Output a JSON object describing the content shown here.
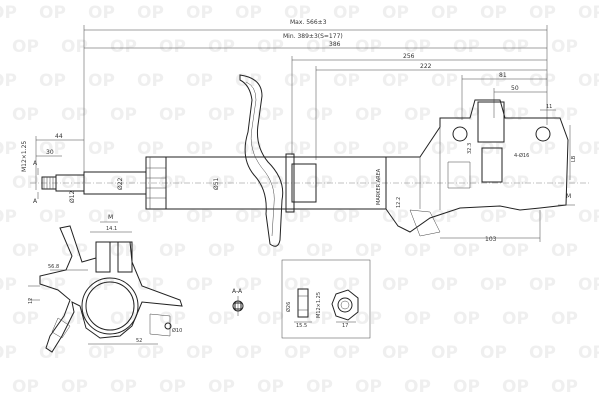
{
  "watermark": {
    "text": "OP"
  },
  "dimensions": {
    "max_length": "Max. 566±3",
    "min_length": "Min. 389±3(S=177)",
    "d386": "386",
    "d256": "256",
    "d222": "222",
    "d81": "81",
    "d50": "50",
    "d11": "11",
    "d44": "44",
    "d30": "30",
    "thread_m12": "M12×1.25",
    "d12": "Ø12",
    "d22": "Ø22",
    "d51": "Ø51",
    "marker_area": "MARKER AREA",
    "d12_2": "12.2",
    "d32": "32.3",
    "hole_spec": "4-Ø16",
    "lb": "LB",
    "d103": "103",
    "label_a_top": "A",
    "label_a_bottom": "A",
    "label_m_right": "M",
    "label_m_left": "M",
    "section_label": "A-A",
    "nut_d26": "Ø26",
    "nut_thread": "M12×1.25",
    "nut_15": "15.5",
    "nut_17": "17",
    "left_56": "56.8",
    "left_14": "14.1",
    "left_52": "52",
    "left_10": "Ø10",
    "left_12": "12"
  }
}
